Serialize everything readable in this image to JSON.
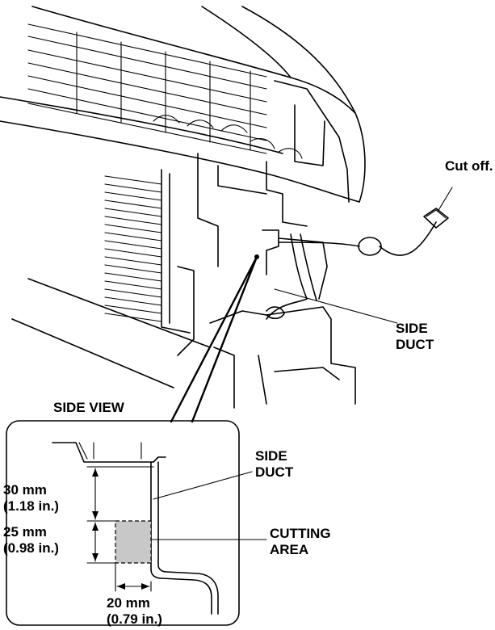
{
  "labels": {
    "cut_off": "Cut off.",
    "side_duct_main": [
      "SIDE",
      "DUCT"
    ],
    "side_view": "SIDE VIEW",
    "side_duct_inset": [
      "SIDE",
      "DUCT"
    ],
    "cutting_area": [
      "CUTTING",
      "AREA"
    ],
    "dim_30": [
      "30 mm",
      "(1.18 in.)"
    ],
    "dim_25": [
      "25 mm",
      "(0.98 in.)"
    ],
    "dim_20": [
      "20 mm",
      "(0.79 in.)"
    ]
  },
  "colors": {
    "line": "#000000",
    "cutting_fill": "#c8c8c8",
    "background": "#ffffff"
  }
}
